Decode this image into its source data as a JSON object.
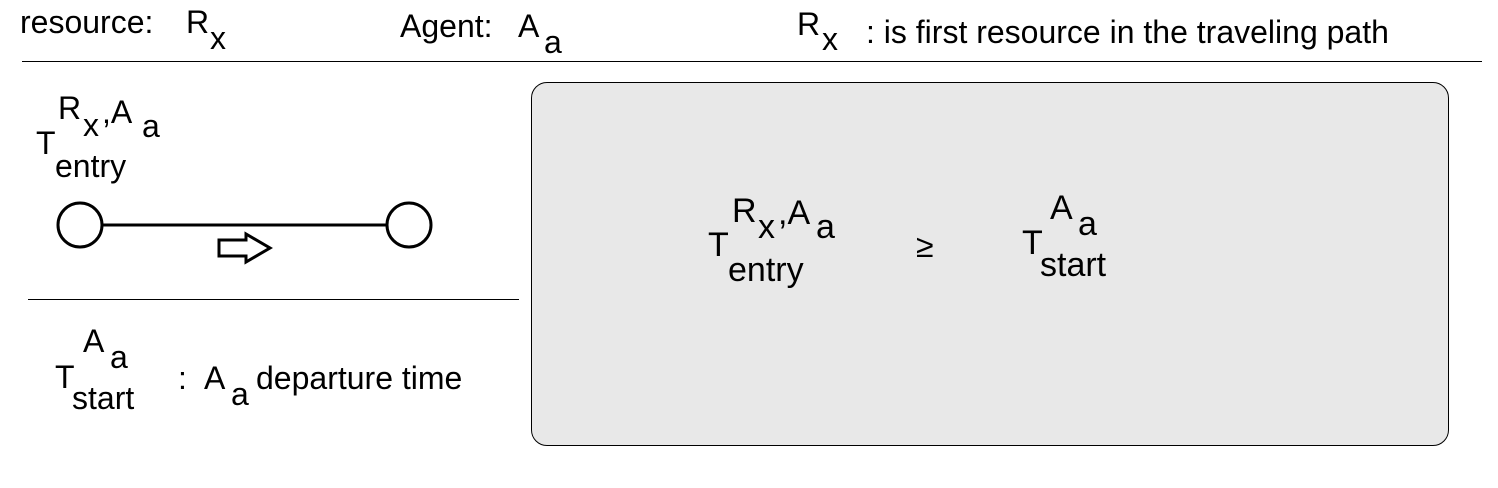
{
  "header": {
    "resource_label": "resource:",
    "resource_symbol": "R",
    "resource_sub": "x",
    "agent_label": "Agent:",
    "agent_symbol": "A",
    "agent_sub": "a",
    "note_symbol": "R",
    "note_sub": "x",
    "note_text": ": is first resource in the traveling path"
  },
  "left_panel": {
    "entry_T": "T",
    "entry_sup_R": "R",
    "entry_sup_R_sub": "x",
    "entry_sup_comma_A": ",A",
    "entry_sup_A_sub": "a",
    "entry_sub": "entry",
    "start_T": "T",
    "start_sup_A": "A",
    "start_sup_A_sub": "a",
    "start_sub": "start",
    "desc_colon": ":",
    "desc_A": "A",
    "desc_A_sub": "a",
    "desc_text": "departure time"
  },
  "constraint": {
    "lhs_T": "T",
    "lhs_sup_R": "R",
    "lhs_sup_R_sub": "x",
    "lhs_sup_comma_A": ",A",
    "lhs_sup_A_sub": "a",
    "lhs_sub": "entry",
    "operator": "≥",
    "rhs_T": "T",
    "rhs_sup_A": "A",
    "rhs_sup_A_sub": "a",
    "rhs_sub": "start"
  },
  "colors": {
    "line": "#000000",
    "box_fill": "#e8e8e8",
    "node_fill": "#ffffff"
  }
}
